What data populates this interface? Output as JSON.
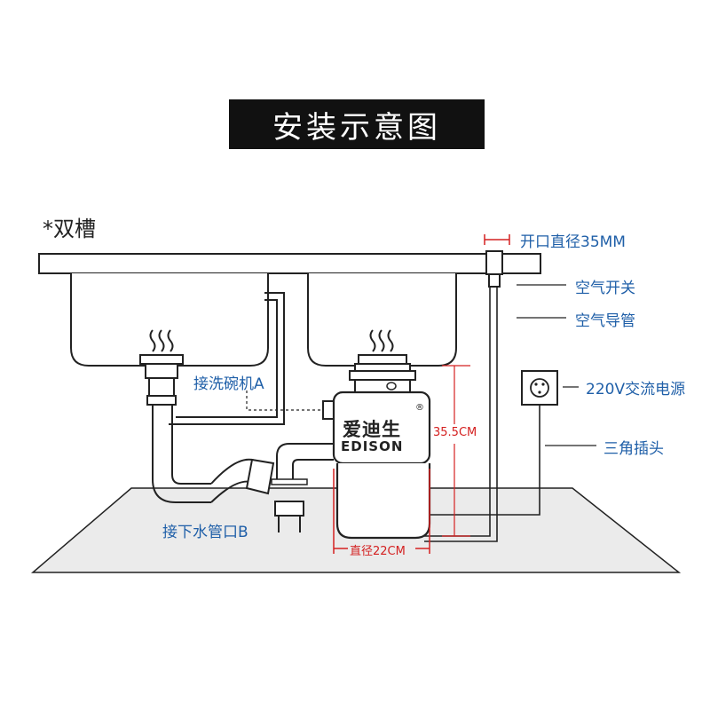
{
  "title": "安装示意图",
  "subtitle": "*双槽",
  "labels": {
    "opening": "开口直径35MM",
    "air_switch": "空气开关",
    "air_tube": "空气导管",
    "power": "220V交流电源",
    "plug": "三角插头",
    "dishwasher": "接洗碗机A",
    "drain": "接下水管口B",
    "height": "35.5CM",
    "diameter": "直径22CM"
  },
  "brand": {
    "cn": "爱迪生",
    "en": "EDISON"
  },
  "colors": {
    "blue": "#1f5fa8",
    "red": "#d42020",
    "line": "#222222",
    "floor": "#ebebeb"
  }
}
